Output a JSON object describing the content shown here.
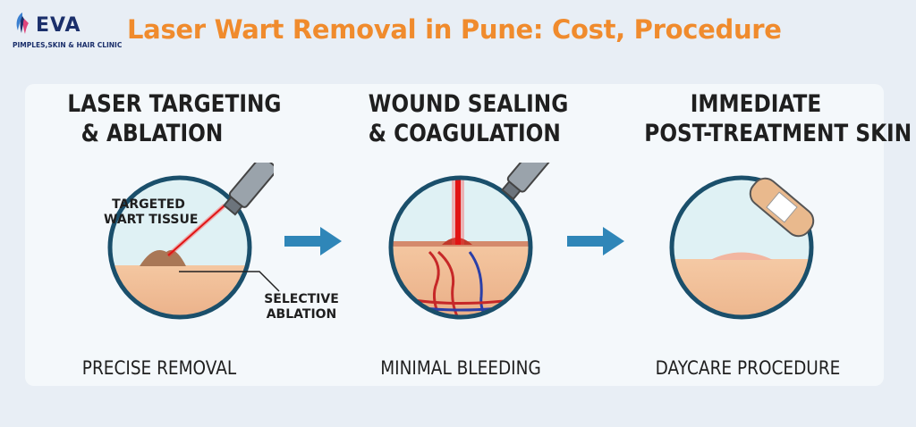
{
  "brand": {
    "name": "EVA",
    "tagline": "PIMPLES,SKIN & HAIR CLINIC",
    "colors": {
      "navy": "#1b2f6b",
      "accent": "#f08b2d",
      "arrow": "#2f86b8"
    }
  },
  "headline": "Laser Wart Removal in Pune: Cost, Procedure",
  "steps": [
    {
      "title_line1": "LASER TARGETING",
      "title_line2": "& ABLATION",
      "label_top_line1": "TARGETED",
      "label_top_line2": "WART TISSUE",
      "label_side_line1": "SELECTIVE",
      "label_side_line2": "ABLATION",
      "caption": "PRECISE REMOVAL",
      "icon": "laser-handpiece-icon"
    },
    {
      "title_line1": "WOUND SEALING",
      "title_line2": "& COAGULATION",
      "caption": "MINIMAL BLEEDING",
      "icon": "laser-handpiece-icon"
    },
    {
      "title_line1": "IMMEDIATE",
      "title_line2": "POST-TREATMENT SKIN",
      "caption": "DAYCARE PROCEDURE",
      "icon": "bandage-icon"
    }
  ],
  "arrows": [
    "arrow-right-icon",
    "arrow-right-icon"
  ]
}
